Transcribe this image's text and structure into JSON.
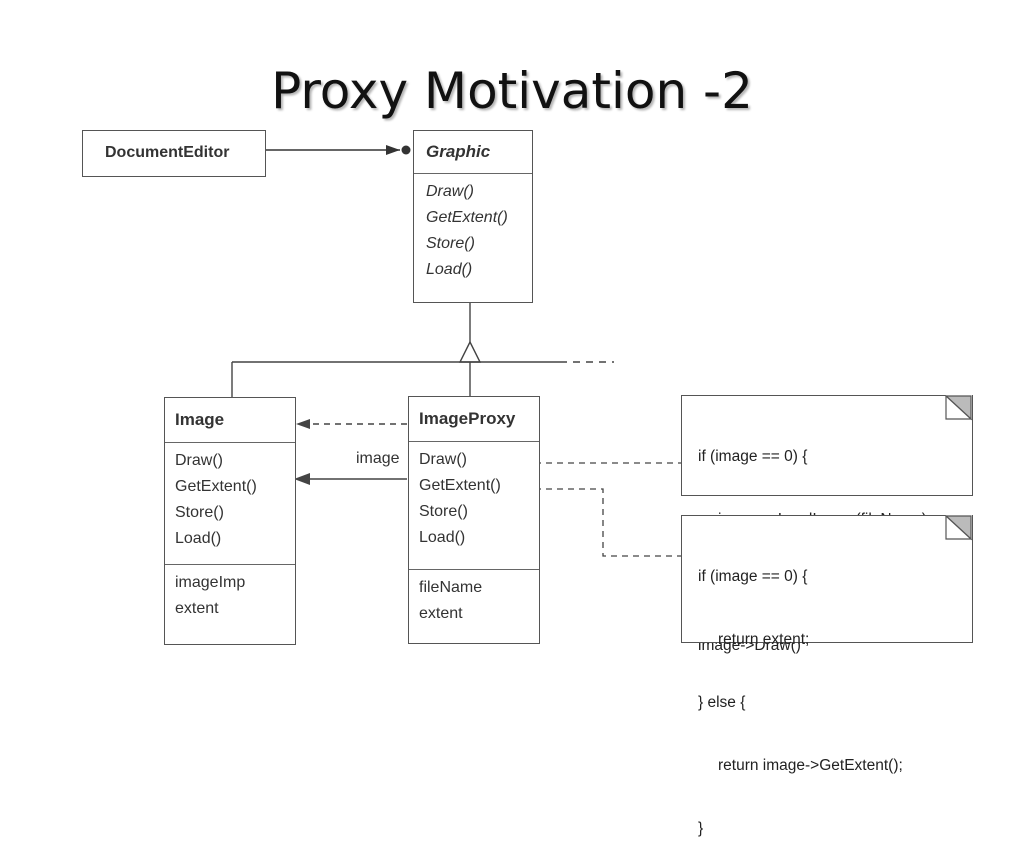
{
  "slide": {
    "title": "Proxy Motivation -2"
  },
  "document_editor": {
    "name": "DocumentEditor"
  },
  "graphic": {
    "name": "Graphic",
    "ops": [
      "Draw()",
      "GetExtent()",
      "Store()",
      "Load()"
    ]
  },
  "image": {
    "name": "Image",
    "ops": [
      "Draw()",
      "GetExtent()",
      "Store()",
      "Load()"
    ],
    "attrs": [
      "imageImp",
      "extent"
    ]
  },
  "image_proxy": {
    "name": "ImageProxy",
    "ops": [
      "Draw()",
      "GetExtent()",
      "Store()",
      "Load()"
    ],
    "attrs": [
      "fileName",
      "extent"
    ]
  },
  "association": {
    "label": "image"
  },
  "notes": {
    "draw": [
      "if (image == 0) {",
      "image = LoadImage(fileName);",
      "}",
      "image->Draw()"
    ],
    "get_extent": [
      "if (image == 0) {",
      "return extent;",
      "} else {",
      "return image->GetExtent();",
      "}"
    ]
  }
}
